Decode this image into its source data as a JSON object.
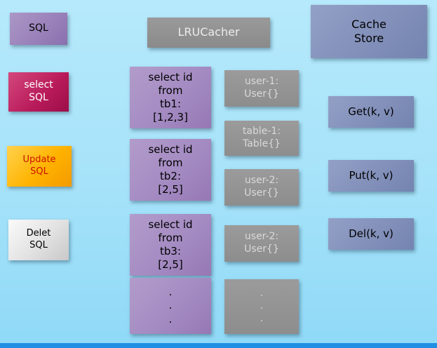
{
  "colors": {
    "background_top": "#b6e9fb",
    "background_bottom": "#8fd9f7",
    "bottom_bar": "#1f8fe4",
    "sql_purple": "#9a82ba",
    "select_magenta": "#b81a59",
    "update_orange": "#ffb300",
    "delete_gray": "#e2e2e2",
    "cacher_gray": "#8a8a8a",
    "query_purple": "#a48bc2",
    "entry_gray": "#8d8d8d",
    "ops_slate": "#8290ba"
  },
  "left_column": {
    "sql": {
      "label": "SQL"
    },
    "select_sql": {
      "lines": [
        "select",
        "SQL"
      ]
    },
    "update_sql": {
      "lines": [
        "Update",
        "SQL"
      ]
    },
    "delete_sql": {
      "lines": [
        "Delet",
        "SQL"
      ]
    }
  },
  "headers": {
    "lru_cacher": {
      "label": "LRUCacher"
    },
    "cache_store": {
      "lines": [
        "Cache",
        "Store"
      ]
    }
  },
  "queries": [
    {
      "lines": [
        "select id",
        "from",
        "tb1:",
        "[1,2,3]"
      ]
    },
    {
      "lines": [
        "select id",
        "from",
        "tb2:",
        "[2,5]"
      ]
    },
    {
      "lines": [
        "select id",
        "from",
        "tb3:",
        "[2,5]"
      ]
    },
    {
      "lines": [
        ".",
        ".",
        "."
      ]
    }
  ],
  "cache_entries": [
    {
      "lines": [
        "user-1:",
        "User{}"
      ]
    },
    {
      "lines": [
        "table-1:",
        "Table{}"
      ]
    },
    {
      "lines": [
        "user-2:",
        "User{}"
      ]
    },
    {
      "lines": [
        "user-2:",
        "User{}"
      ]
    },
    {
      "lines": [
        ".",
        ".",
        "."
      ]
    }
  ],
  "ops": [
    {
      "label": "Get(k, v)"
    },
    {
      "label": "Put(k, v)"
    },
    {
      "label": "Del(k, v)"
    }
  ]
}
